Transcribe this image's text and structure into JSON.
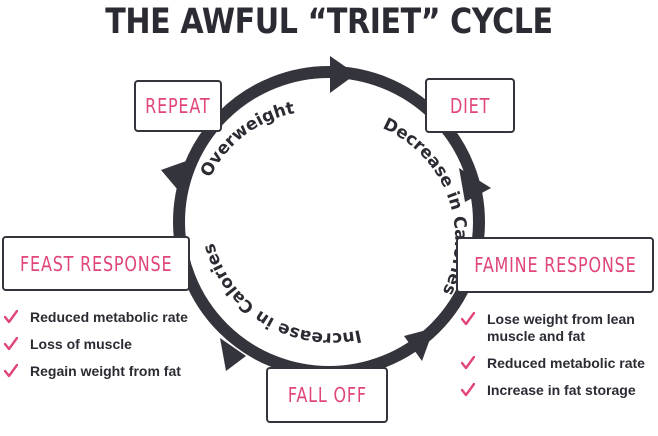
{
  "title": "THE AWFUL “TRIET” CYCLE",
  "colors": {
    "accent": "#e0457b",
    "dark": "#2b2b33",
    "ring": "#34343c"
  },
  "stages": {
    "repeat": "REPEAT",
    "diet": "DIET",
    "feast": "FEAST RESPONSE",
    "famine": "FAMINE RESPONSE",
    "fall_off": "FALL OFF"
  },
  "arc_labels": {
    "overweight": "Overweight",
    "decrease": "Decrease in Calories",
    "increase": "Increase in Calories"
  },
  "feast_effects": [
    "Reduced metabolic rate",
    "Loss of muscle",
    "Regain weight from fat"
  ],
  "famine_effects": [
    "Lose weight from lean muscle and fat",
    "Reduced metabolic rate",
    "Increase in fat storage"
  ],
  "icons": {
    "bullet": "check-icon"
  }
}
